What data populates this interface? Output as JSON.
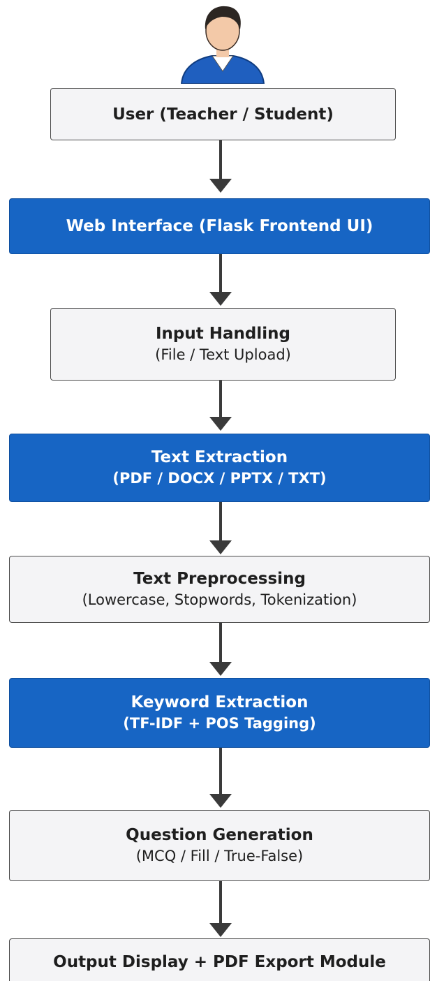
{
  "diagram": {
    "nodes": [
      {
        "id": "user",
        "title": "User (Teacher / Student)",
        "subtitle": ""
      },
      {
        "id": "web-interface",
        "title": "Web Interface (Flask Frontend UI)",
        "subtitle": ""
      },
      {
        "id": "input-handling",
        "title": "Input Handling",
        "subtitle": "(File / Text Upload)"
      },
      {
        "id": "text-extraction",
        "title": "Text Extraction",
        "subtitle": "(PDF / DOCX / PPTX / TXT)"
      },
      {
        "id": "text-preprocessing",
        "title": "Text Preprocessing",
        "subtitle": "(Lowercase, Stopwords, Tokenization)"
      },
      {
        "id": "keyword-extraction",
        "title": "Keyword Extraction",
        "subtitle": "(TF-IDF + POS Tagging)"
      },
      {
        "id": "question-generation",
        "title": "Question Generation",
        "subtitle": "(MCQ / Fill / True-False)"
      },
      {
        "id": "output-display",
        "title": "Output Display + PDF Export Module",
        "subtitle": ""
      }
    ],
    "colors": {
      "blue_fill": "#1765c4",
      "light_fill": "#f4f4f6",
      "arrow": "#3a3a3a",
      "shirt": "#1f5fbf",
      "hair": "#2c2622",
      "skin": "#f3c9a8"
    },
    "icons": [
      "user-avatar-icon",
      "arrow-down-icon"
    ]
  }
}
